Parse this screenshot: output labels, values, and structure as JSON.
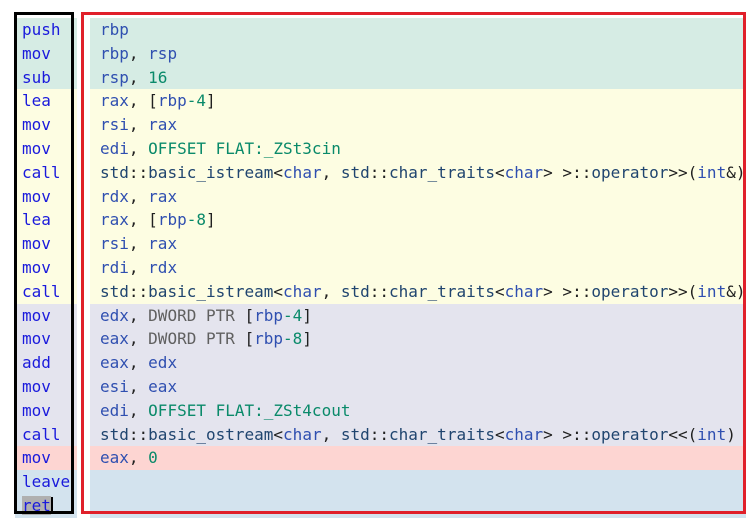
{
  "colors": {
    "block1": "#d6ece4",
    "block2": "#fdfde2",
    "block3": "#e4e4ee",
    "block4": "#fdd5d2",
    "block5": "#d3e3ee",
    "frame_left": "#000000",
    "frame_right": "#e0202a"
  },
  "lines": [
    {
      "op": "push",
      "block": "block1",
      "args": [
        {
          "t": "rbp",
          "c": "reg"
        }
      ]
    },
    {
      "op": "mov",
      "block": "block1",
      "args": [
        {
          "t": "rbp",
          "c": "reg"
        },
        {
          "t": ", ",
          "c": "punct"
        },
        {
          "t": "rsp",
          "c": "reg"
        }
      ]
    },
    {
      "op": "sub",
      "block": "block1",
      "args": [
        {
          "t": "rsp",
          "c": "reg"
        },
        {
          "t": ", ",
          "c": "punct"
        },
        {
          "t": "16",
          "c": "num"
        }
      ]
    },
    {
      "op": "lea",
      "block": "block2",
      "args": [
        {
          "t": "rax",
          "c": "reg"
        },
        {
          "t": ", [",
          "c": "punct"
        },
        {
          "t": "rbp",
          "c": "reg"
        },
        {
          "t": "-4",
          "c": "num"
        },
        {
          "t": "]",
          "c": "punct"
        }
      ]
    },
    {
      "op": "mov",
      "block": "block2",
      "args": [
        {
          "t": "rsi",
          "c": "reg"
        },
        {
          "t": ", ",
          "c": "punct"
        },
        {
          "t": "rax",
          "c": "reg"
        }
      ]
    },
    {
      "op": "mov",
      "block": "block2",
      "args": [
        {
          "t": "edi",
          "c": "reg"
        },
        {
          "t": ", ",
          "c": "punct"
        },
        {
          "t": "OFFSET FLAT:",
          "c": "kw"
        },
        {
          "t": "_ZSt3cin",
          "c": "kw"
        }
      ]
    },
    {
      "op": "call",
      "block": "block2",
      "args": [
        {
          "t": "std",
          "c": "plain"
        },
        {
          "t": "::",
          "c": "punct"
        },
        {
          "t": "basic_istream",
          "c": "plain"
        },
        {
          "t": "<",
          "c": "punct"
        },
        {
          "t": "char",
          "c": "type"
        },
        {
          "t": ", ",
          "c": "punct"
        },
        {
          "t": "std",
          "c": "plain"
        },
        {
          "t": "::",
          "c": "punct"
        },
        {
          "t": "char_traits",
          "c": "plain"
        },
        {
          "t": "<",
          "c": "punct"
        },
        {
          "t": "char",
          "c": "type"
        },
        {
          "t": "> >",
          "c": "punct"
        },
        {
          "t": "::",
          "c": "punct"
        },
        {
          "t": "operator",
          "c": "plain"
        },
        {
          "t": ">>(",
          "c": "punct"
        },
        {
          "t": "int",
          "c": "type"
        },
        {
          "t": "&)",
          "c": "punct"
        }
      ]
    },
    {
      "op": "mov",
      "block": "block2",
      "args": [
        {
          "t": "rdx",
          "c": "reg"
        },
        {
          "t": ", ",
          "c": "punct"
        },
        {
          "t": "rax",
          "c": "reg"
        }
      ]
    },
    {
      "op": "lea",
      "block": "block2",
      "args": [
        {
          "t": "rax",
          "c": "reg"
        },
        {
          "t": ", [",
          "c": "punct"
        },
        {
          "t": "rbp",
          "c": "reg"
        },
        {
          "t": "-8",
          "c": "num"
        },
        {
          "t": "]",
          "c": "punct"
        }
      ]
    },
    {
      "op": "mov",
      "block": "block2",
      "args": [
        {
          "t": "rsi",
          "c": "reg"
        },
        {
          "t": ", ",
          "c": "punct"
        },
        {
          "t": "rax",
          "c": "reg"
        }
      ]
    },
    {
      "op": "mov",
      "block": "block2",
      "args": [
        {
          "t": "rdi",
          "c": "reg"
        },
        {
          "t": ", ",
          "c": "punct"
        },
        {
          "t": "rdx",
          "c": "reg"
        }
      ]
    },
    {
      "op": "call",
      "block": "block2",
      "args": [
        {
          "t": "std",
          "c": "plain"
        },
        {
          "t": "::",
          "c": "punct"
        },
        {
          "t": "basic_istream",
          "c": "plain"
        },
        {
          "t": "<",
          "c": "punct"
        },
        {
          "t": "char",
          "c": "type"
        },
        {
          "t": ", ",
          "c": "punct"
        },
        {
          "t": "std",
          "c": "plain"
        },
        {
          "t": "::",
          "c": "punct"
        },
        {
          "t": "char_traits",
          "c": "plain"
        },
        {
          "t": "<",
          "c": "punct"
        },
        {
          "t": "char",
          "c": "type"
        },
        {
          "t": "> >",
          "c": "punct"
        },
        {
          "t": "::",
          "c": "punct"
        },
        {
          "t": "operator",
          "c": "plain"
        },
        {
          "t": ">>(",
          "c": "punct"
        },
        {
          "t": "int",
          "c": "type"
        },
        {
          "t": "&)",
          "c": "punct"
        }
      ]
    },
    {
      "op": "mov",
      "block": "block3",
      "args": [
        {
          "t": "edx",
          "c": "reg"
        },
        {
          "t": ", ",
          "c": "punct"
        },
        {
          "t": "DWORD PTR",
          "c": "gray"
        },
        {
          "t": " [",
          "c": "punct"
        },
        {
          "t": "rbp",
          "c": "reg"
        },
        {
          "t": "-4",
          "c": "num"
        },
        {
          "t": "]",
          "c": "punct"
        }
      ]
    },
    {
      "op": "mov",
      "block": "block3",
      "args": [
        {
          "t": "eax",
          "c": "reg"
        },
        {
          "t": ", ",
          "c": "punct"
        },
        {
          "t": "DWORD PTR",
          "c": "gray"
        },
        {
          "t": " [",
          "c": "punct"
        },
        {
          "t": "rbp",
          "c": "reg"
        },
        {
          "t": "-8",
          "c": "num"
        },
        {
          "t": "]",
          "c": "punct"
        }
      ]
    },
    {
      "op": "add",
      "block": "block3",
      "args": [
        {
          "t": "eax",
          "c": "reg"
        },
        {
          "t": ", ",
          "c": "punct"
        },
        {
          "t": "edx",
          "c": "reg"
        }
      ]
    },
    {
      "op": "mov",
      "block": "block3",
      "args": [
        {
          "t": "esi",
          "c": "reg"
        },
        {
          "t": ", ",
          "c": "punct"
        },
        {
          "t": "eax",
          "c": "reg"
        }
      ]
    },
    {
      "op": "mov",
      "block": "block3",
      "args": [
        {
          "t": "edi",
          "c": "reg"
        },
        {
          "t": ", ",
          "c": "punct"
        },
        {
          "t": "OFFSET FLAT:",
          "c": "kw"
        },
        {
          "t": "_ZSt4cout",
          "c": "kw"
        }
      ]
    },
    {
      "op": "call",
      "block": "block3",
      "args": [
        {
          "t": "std",
          "c": "plain"
        },
        {
          "t": "::",
          "c": "punct"
        },
        {
          "t": "basic_ostream",
          "c": "plain"
        },
        {
          "t": "<",
          "c": "punct"
        },
        {
          "t": "char",
          "c": "type"
        },
        {
          "t": ", ",
          "c": "punct"
        },
        {
          "t": "std",
          "c": "plain"
        },
        {
          "t": "::",
          "c": "punct"
        },
        {
          "t": "char_traits",
          "c": "plain"
        },
        {
          "t": "<",
          "c": "punct"
        },
        {
          "t": "char",
          "c": "type"
        },
        {
          "t": "> >",
          "c": "punct"
        },
        {
          "t": "::",
          "c": "punct"
        },
        {
          "t": "operator",
          "c": "plain"
        },
        {
          "t": "<<(",
          "c": "punct"
        },
        {
          "t": "int",
          "c": "type"
        },
        {
          "t": ")",
          "c": "punct"
        }
      ]
    },
    {
      "op": "mov",
      "block": "block4",
      "args": [
        {
          "t": "eax",
          "c": "reg"
        },
        {
          "t": ", ",
          "c": "punct"
        },
        {
          "t": "0",
          "c": "num"
        }
      ]
    },
    {
      "op": "leave",
      "block": "block5",
      "args": []
    },
    {
      "op": "ret",
      "block": "block5",
      "args": [],
      "selected": true
    }
  ]
}
